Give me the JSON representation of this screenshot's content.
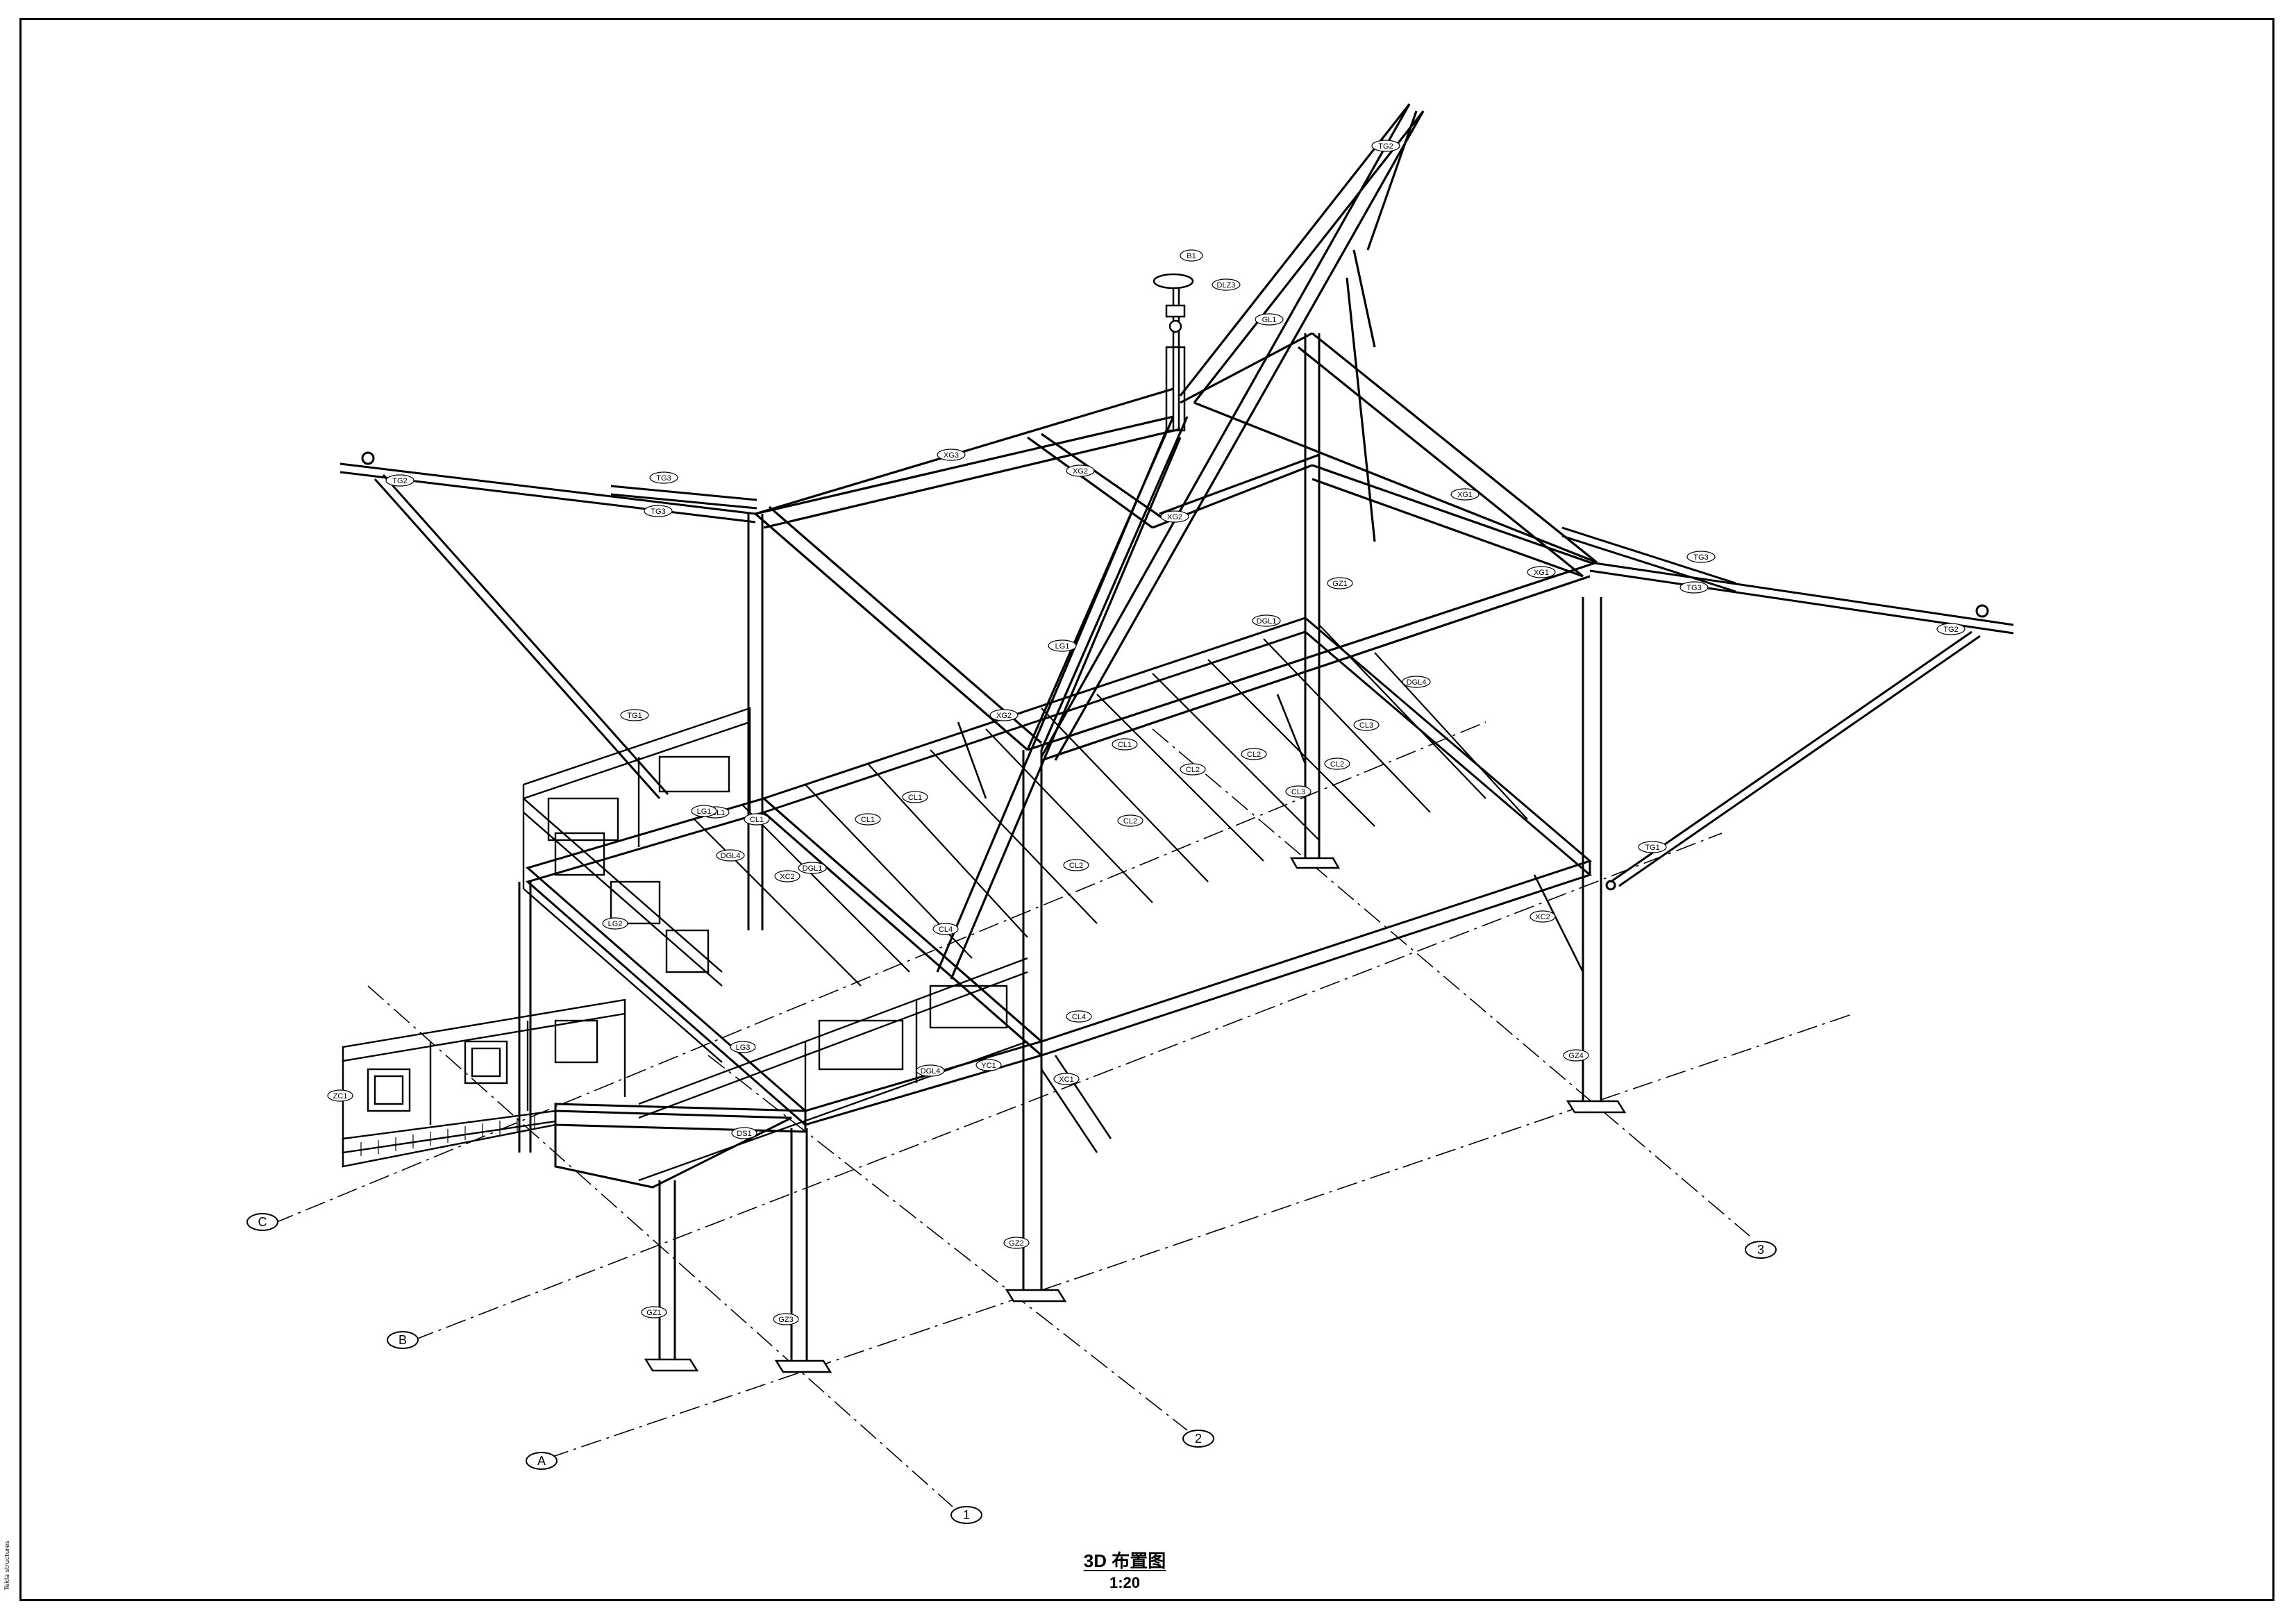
{
  "drawing": {
    "title": "3D 布置图",
    "scale": "1:20",
    "side_note": "Tekla structures"
  },
  "grid_labels": [
    "A",
    "B",
    "C",
    "1",
    "2",
    "3"
  ],
  "member_tags": {
    "top": [
      "B1",
      "DLZ3"
    ],
    "left_arm": [
      "TG2",
      "TG3",
      "TG3",
      "TG1"
    ],
    "right_arm": [
      "TG3",
      "TG3",
      "TG2",
      "TG1"
    ],
    "ridge": [
      "TG2",
      "GL1",
      "XG1",
      "XG3",
      "XG2",
      "LG1",
      "XG2"
    ],
    "roof_edge": [
      "DGL1",
      "DGL4",
      "XG1",
      "XG2",
      "DGL1",
      "DGL4"
    ],
    "deck": [
      "CL1",
      "CL1",
      "CL2",
      "CL2",
      "CL1",
      "CL2",
      "CL2",
      "CL2",
      "CL1",
      "DGL1",
      "DGL4",
      "CL3",
      "CL3",
      "CL4",
      "CL4"
    ],
    "columns": [
      "GZ1",
      "GZ2",
      "GZ3",
      "GZ4",
      "GZ1",
      "ZC1"
    ],
    "braces": [
      "XC1",
      "XC2",
      "XC2",
      "YC1"
    ],
    "railing": [
      "LG1",
      "LG2",
      "LG3",
      "DS1"
    ]
  }
}
